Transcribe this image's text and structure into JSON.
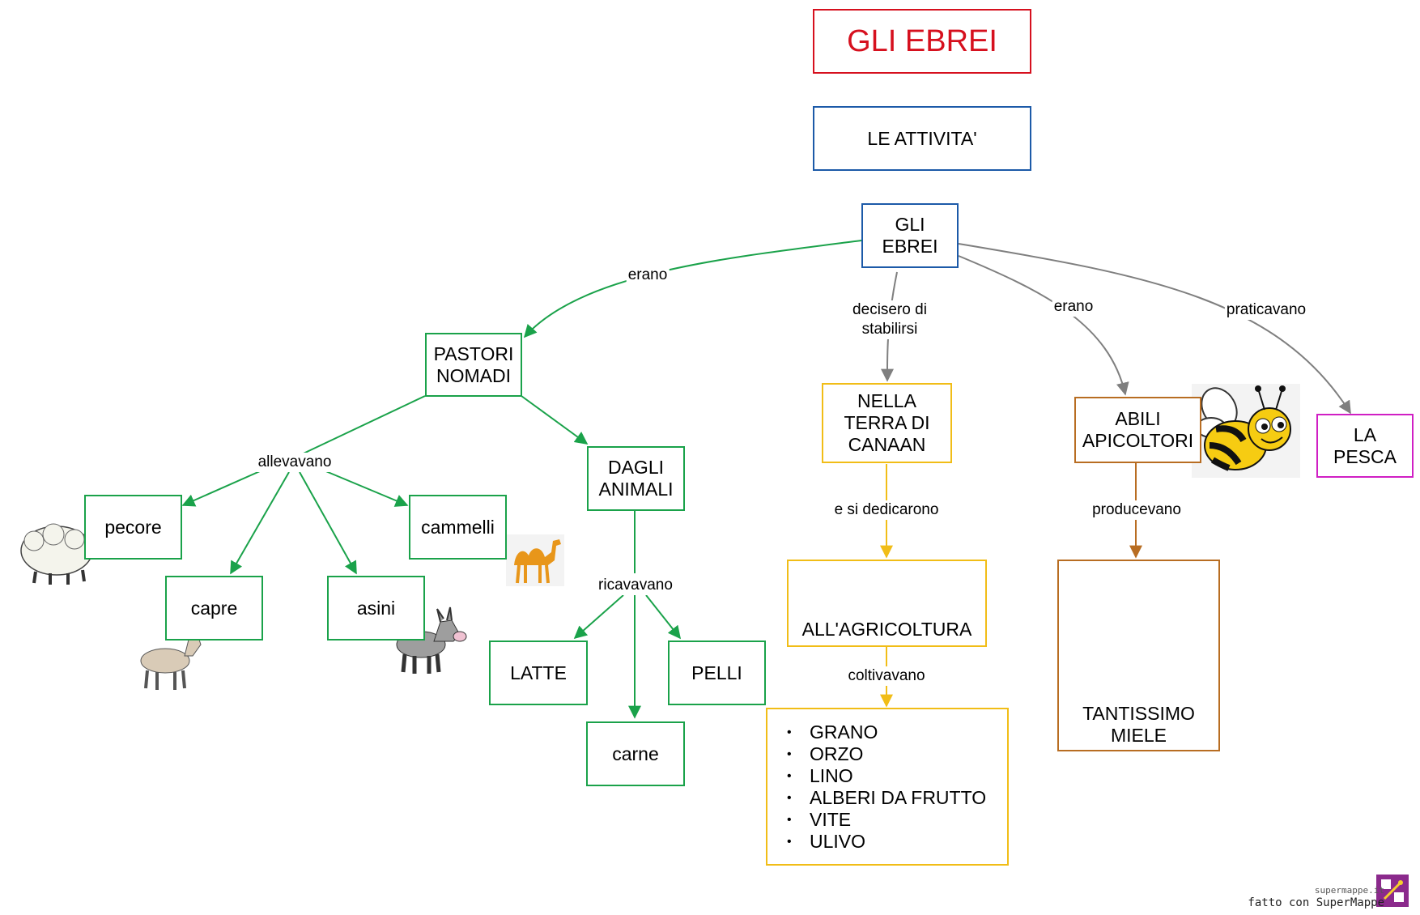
{
  "title": "GLI EBREI",
  "subtitle": "LE ATTIVITA'",
  "nodes": {
    "root": "GLI\nEBREI",
    "pastori": "PASTORI\nNOMADI",
    "canaan": "NELLA\nTERRA DI\nCANAAN",
    "apicoltori": "ABILI\nAPICOLTORI",
    "pesca": "LA\nPESCA",
    "pecore": "pecore",
    "capre": "capre",
    "asini": "asini",
    "cammelli": "cammelli",
    "animali": "DAGLI\nANIMALI",
    "latte": "LATTE",
    "carne": "carne",
    "pelli": "PELLI",
    "agricoltura": "ALL'AGRICOLTURA",
    "miele": "TANTISSIMO\nMIELE"
  },
  "crops": [
    "GRANO",
    "ORZO",
    "LINO",
    "ALBERI DA FRUTTO",
    "VITE",
    "ULIVO"
  ],
  "edge_labels": {
    "erano_1": "erano",
    "stabilirsi": "decisero di\nstabilirsi",
    "erano_2": "erano",
    "praticavano": "praticavano",
    "allevavano": "allevavano",
    "ricavavano": "ricavavano",
    "dedicarono": "e si dedicarono",
    "coltivavano": "coltivavano",
    "producevano": "producevano"
  },
  "footer": {
    "site": "supermappe.it",
    "credit": "fatto con SuperMappe"
  },
  "colors": {
    "title": "#d6101e",
    "green": "#1aa24a",
    "blue": "#1c5aa8",
    "yellow": "#f1bd17",
    "brown": "#b86d22",
    "magenta": "#d01fc4",
    "gray": "#7f7f7f"
  }
}
